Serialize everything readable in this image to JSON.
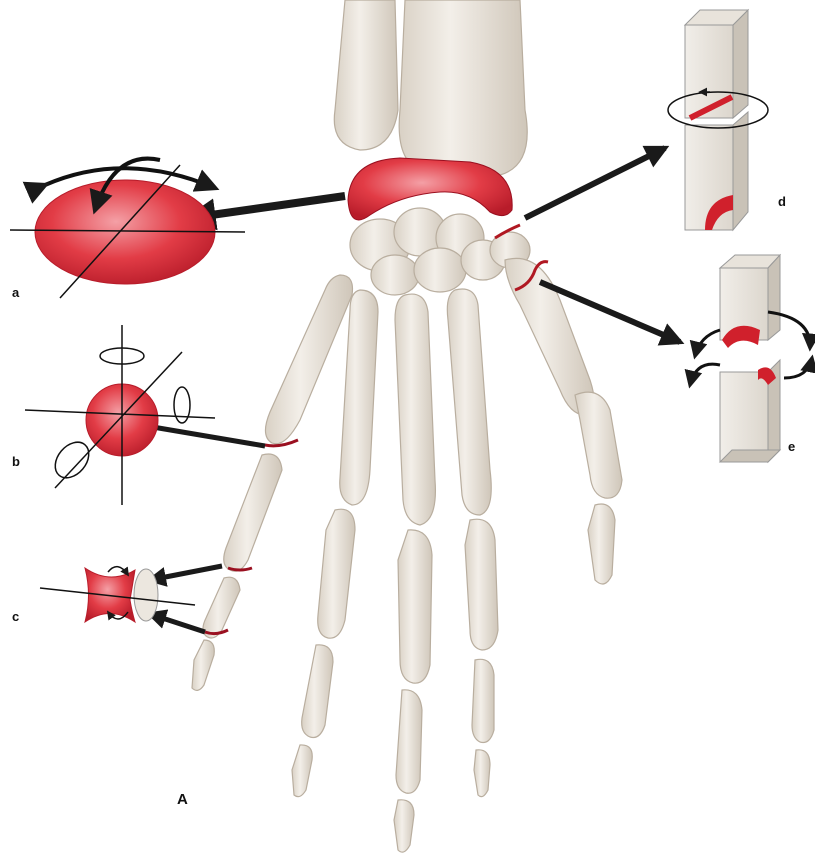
{
  "figure": {
    "panel_label": "A",
    "joint_labels": {
      "a": "a",
      "b": "b",
      "c": "c",
      "d": "d",
      "e": "e"
    }
  },
  "colors": {
    "bone": "#efebe4",
    "bone_shade": "#c8bfb2",
    "joint_red": "#e23c46",
    "joint_dark": "#9a1020",
    "arrow": "#1a1a1a"
  },
  "icons": {
    "a": "ellipsoid-joint-icon",
    "b": "ball-and-socket-joint-icon",
    "c": "hinge-joint-icon",
    "d": "pivot-joint-icon",
    "e": "saddle-joint-icon"
  }
}
